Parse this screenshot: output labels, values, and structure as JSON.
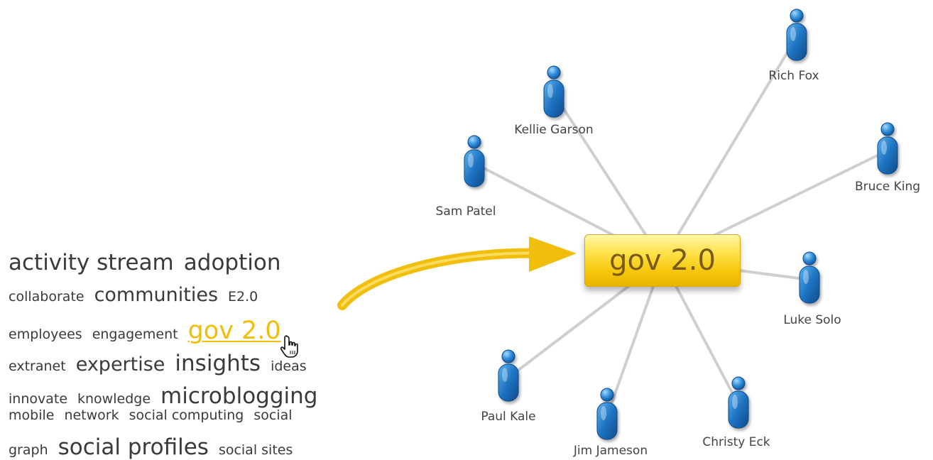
{
  "hub": {
    "label": "gov 2.0"
  },
  "people": [
    {
      "name": "Rich Fox"
    },
    {
      "name": "Kellie Garson"
    },
    {
      "name": "Bruce King"
    },
    {
      "name": "Sam Patel"
    },
    {
      "name": "Luke Solo"
    },
    {
      "name": "Paul Kale"
    },
    {
      "name": "Jim Jameson"
    },
    {
      "name": "Christy Eck"
    }
  ],
  "tag_cloud": {
    "lines": [
      [
        {
          "text": "activity stream",
          "size": "xl"
        },
        {
          "text": "adoption",
          "size": "xl"
        }
      ],
      [
        {
          "text": "collaborate",
          "size": "s"
        },
        {
          "text": "communities",
          "size": "l"
        },
        {
          "text": "E2.0",
          "size": "s"
        }
      ],
      [
        {
          "text": "employees",
          "size": "s"
        },
        {
          "text": "engagement",
          "size": "s"
        },
        {
          "text": "gov 2.0",
          "size": "active"
        }
      ],
      [
        {
          "text": "extranet",
          "size": "s"
        },
        {
          "text": "expertise",
          "size": "l"
        },
        {
          "text": "insights",
          "size": "xl"
        },
        {
          "text": "ideas",
          "size": "s"
        }
      ],
      [
        {
          "text": "innovate",
          "size": "s"
        },
        {
          "text": "knowledge",
          "size": "s"
        },
        {
          "text": "microblogging",
          "size": "xl"
        }
      ],
      [
        {
          "text": "mobile",
          "size": "s"
        },
        {
          "text": "network",
          "size": "s"
        },
        {
          "text": "social computing",
          "size": "s"
        },
        {
          "text": "social",
          "size": "s"
        }
      ],
      [
        {
          "text": "graph",
          "size": "s"
        },
        {
          "text": "social profiles",
          "size": "xl"
        },
        {
          "text": "social sites",
          "size": "s"
        }
      ]
    ]
  },
  "colors": {
    "accent": "#f2be0c",
    "person": "#1f74c2",
    "edge": "#cfcfcf",
    "text": "#3a3a3a"
  },
  "icons": {
    "person": "person-icon",
    "cursor": "hand-cursor-icon",
    "arrow": "curved-arrow-icon"
  }
}
